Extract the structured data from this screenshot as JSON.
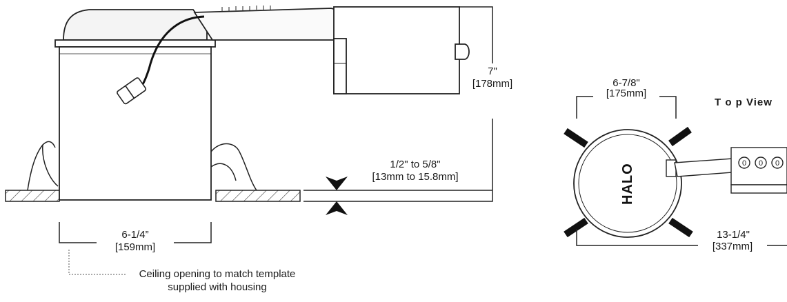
{
  "dimensions": {
    "height": {
      "inches": "7\"",
      "mm": "[178mm]"
    },
    "ceiling_thickness": {
      "inches": "1/2\" to 5/8\"",
      "mm": "[13mm to 15.8mm]"
    },
    "aperture_width": {
      "inches": "6-1/4”",
      "mm": "[159mm]"
    },
    "top_width": {
      "inches": "6-7/8\"",
      "mm": "[175mm]"
    },
    "overall_length": {
      "inches": "13-1/4\"",
      "mm": "[337mm]"
    }
  },
  "notes": {
    "ceiling_line1": "Ceiling opening to match template",
    "ceiling_line2": "supplied with housing"
  },
  "top_view": {
    "title": "T o p  View",
    "brand": "HALO"
  }
}
